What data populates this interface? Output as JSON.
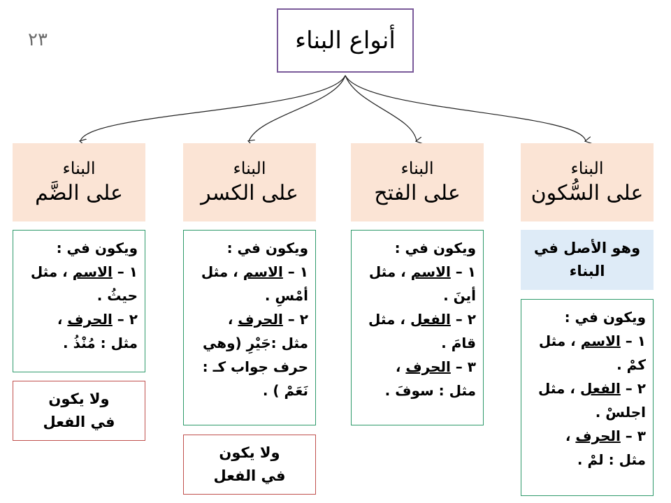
{
  "page_number": "٢٣",
  "title": "أنواع البناء",
  "columns": [
    {
      "header_line1": "البناء",
      "header_line2": "على السُّكون",
      "note": {
        "line1": "وهو الأصل في",
        "line2": "البناء"
      },
      "intro": "ويكون في :",
      "items": [
        {
          "pre": "١ – ",
          "term": "الاسم",
          "post": " ، مثل",
          "example": "كمْ ."
        },
        {
          "pre": "٢ – ",
          "term": "الفعل",
          "post": " ، مثل",
          "example": "اجلسْ ."
        },
        {
          "pre": "٣ – ",
          "term": "الحرف",
          "post": " ،",
          "example": "مثل : لمْ ."
        }
      ]
    },
    {
      "header_line1": "البناء",
      "header_line2": "على الفتح",
      "intro": "ويكون في :",
      "items": [
        {
          "pre": "١ – ",
          "term": "الاسم",
          "post": " ، مثل",
          "example": "أينَ ."
        },
        {
          "pre": "٢ – ",
          "term": "الفعل",
          "post": " ، مثل",
          "example": "قامَ ."
        },
        {
          "pre": "٣ – ",
          "term": "الحرف",
          "post": " ،",
          "example": "مثل : سوفَ ."
        }
      ]
    },
    {
      "header_line1": "البناء",
      "header_line2": "على الكسر",
      "intro": "ويكون في :",
      "items": [
        {
          "pre": "١ – ",
          "term": "الاسم",
          "post": " ، مثل",
          "example": "أمْسِ ."
        },
        {
          "pre": "٢ – ",
          "term": "الحرف",
          "post": " ،",
          "example": "مثل :جَيْرِ (وهي",
          "example2": "حرف جواب كـ :",
          "example3": "نَعَمْ ) ."
        }
      ],
      "note": {
        "line1": "ولا يكون",
        "line2": "في الفعل"
      }
    },
    {
      "header_line1": "البناء",
      "header_line2": "على الضَّم",
      "intro": "ويكون في :",
      "items": [
        {
          "pre": "١ – ",
          "term": "الاسم",
          "post": " ، مثل",
          "example": "حيثُ ."
        },
        {
          "pre": "٢ – ",
          "term": "الحرف",
          "post": " ،",
          "example": "مثل : مُنْذُ ."
        }
      ],
      "note": {
        "line1": "ولا يكون",
        "line2": "في الفعل"
      }
    }
  ]
}
